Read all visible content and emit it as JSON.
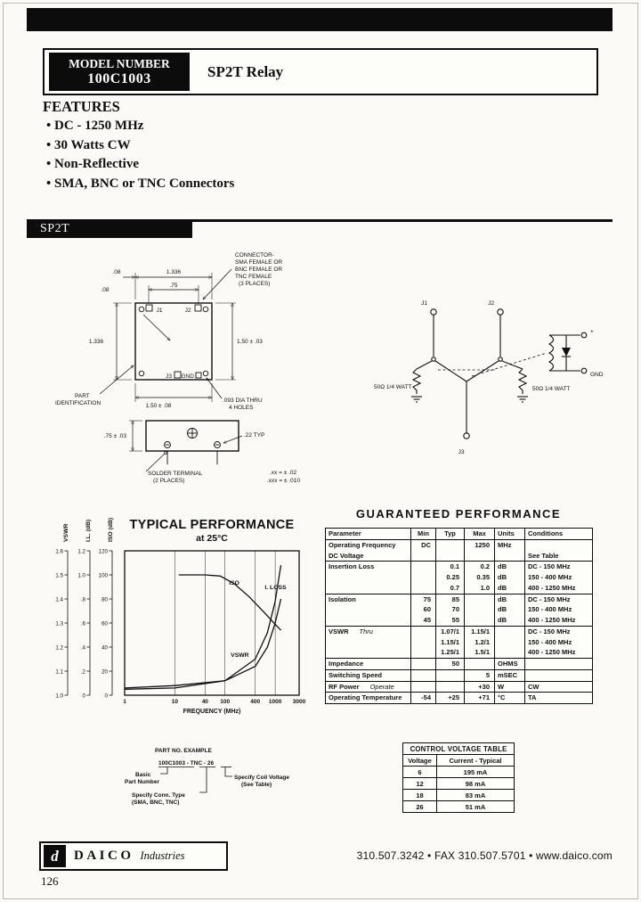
{
  "page": {
    "number": "126"
  },
  "header": {
    "model_label": "MODEL NUMBER",
    "model_number": "100C1003",
    "product_title": "SP2T Relay"
  },
  "features": {
    "title": "FEATURES",
    "items": [
      "DC - 1250 MHz",
      "30 Watts CW",
      "Non-Reflective",
      "SMA, BNC or TNC Connectors"
    ]
  },
  "section": {
    "label": "SP2T"
  },
  "mechanical": {
    "dim_width_top": "1.336",
    "dim_offset_a": ".08",
    "dim_offset_b": ".08",
    "dim_connector_spacing": ".75",
    "connector_note": [
      "CONNECTOR-",
      "SMA FEMALE OR",
      "BNC FEMALE OR",
      "TNC FEMALE",
      "(3 PLACES)"
    ],
    "label_j1": "J1",
    "label_j2": "J2",
    "label_j3": "J3",
    "label_gnd": "GND",
    "dim_height_left": "1.336",
    "dim_height_right": "1.50 ± .03",
    "part_identification": [
      "PART",
      "IDENTIFICATION"
    ],
    "dim_width_bottom": "1.50 ± .08",
    "hole_note": [
      ".093 DIA THRU",
      "4 HOLES"
    ],
    "dim_side_height": ".75 ± .03",
    "dim_terminal_offset": ".22 TYP",
    "solder_note": [
      "SOLDER TERMINAL",
      "(2 PLACES)"
    ],
    "tolerance_xx": ".xx = ± .02",
    "tolerance_xxx": ".xxx = ± .010"
  },
  "schematic": {
    "label_j1": "J1",
    "label_j2": "J2",
    "label_j3": "J3",
    "resistor_left": "50Ω 1/4 WATT",
    "resistor_right": "50Ω 1/4 WATT",
    "label_plus": "+",
    "label_gnd": "GND"
  },
  "chart_data": {
    "type": "line",
    "title": "TYPICAL PERFORMANCE",
    "subtitle": "at 25°C",
    "xlabel": "FREQUENCY (MHz)",
    "x_scale": "log",
    "xlim": [
      1,
      3000
    ],
    "x_ticks": [
      1,
      10,
      40,
      100,
      400,
      1000,
      3000
    ],
    "grid": "vertical-at-ticks",
    "legend": "inline-labels",
    "axes": [
      {
        "title": "VSWR",
        "ticks": [
          "1.0",
          "1.1",
          "1.2",
          "1.3",
          "1.4",
          "1.5",
          "1.6"
        ],
        "range": [
          1.0,
          1.6
        ]
      },
      {
        "title": "I.L. (dB)",
        "ticks": [
          "0",
          ".2",
          ".4",
          ".6",
          ".8",
          "1.0",
          "1.2"
        ],
        "range": [
          0,
          1.2
        ]
      },
      {
        "title": "ISO (dB)",
        "ticks": [
          "0",
          "20",
          "40",
          "60",
          "80",
          "100",
          "120"
        ],
        "range": [
          0,
          120
        ]
      }
    ],
    "series": [
      {
        "name": "ISO",
        "axis": 2,
        "points": [
          [
            12,
            100
          ],
          [
            40,
            100
          ],
          [
            80,
            99
          ],
          [
            150,
            93
          ],
          [
            300,
            82
          ],
          [
            600,
            69
          ],
          [
            1000,
            59
          ],
          [
            1300,
            54
          ]
        ],
        "label_at": [
          120,
          92
        ]
      },
      {
        "name": "I. LOSS",
        "axis": 1,
        "points": [
          [
            1,
            0.05
          ],
          [
            10,
            0.06
          ],
          [
            100,
            0.12
          ],
          [
            400,
            0.3
          ],
          [
            700,
            0.52
          ],
          [
            1000,
            0.78
          ],
          [
            1300,
            1.08
          ]
        ],
        "label_at": [
          620,
          0.88
        ]
      },
      {
        "name": "VSWR",
        "axis": 0,
        "points": [
          [
            1,
            1.03
          ],
          [
            10,
            1.04
          ],
          [
            100,
            1.06
          ],
          [
            400,
            1.12
          ],
          [
            700,
            1.2
          ],
          [
            1000,
            1.3
          ],
          [
            1300,
            1.4
          ]
        ],
        "label_at": [
          130,
          1.16
        ]
      }
    ]
  },
  "guaranteed": {
    "title": "GUARANTEED PERFORMANCE",
    "headers": [
      "Parameter",
      "Min",
      "Typ",
      "Max",
      "Units",
      "Conditions"
    ],
    "rows": [
      {
        "param": "Operating Frequency",
        "min": "DC",
        "typ": "",
        "max": "1250",
        "units": "MHz",
        "cond": "",
        "rule": true
      },
      {
        "param": "DC Voltage",
        "min": "",
        "typ": "",
        "max": "",
        "units": "",
        "cond": "See Table"
      },
      {
        "param": "Insertion Loss",
        "min": "",
        "typ": "0.1",
        "max": "0.2",
        "units": "dB",
        "cond": "DC - 150 MHz",
        "rule": true
      },
      {
        "param": "",
        "min": "",
        "typ": "0.25",
        "max": "0.35",
        "units": "dB",
        "cond": "150 - 400 MHz"
      },
      {
        "param": "",
        "min": "",
        "typ": "0.7",
        "max": "1.0",
        "units": "dB",
        "cond": "400 - 1250 MHz"
      },
      {
        "param": "Isolation",
        "min": "75",
        "typ": "85",
        "max": "",
        "units": "dB",
        "cond": "DC - 150 MHz",
        "rule": true
      },
      {
        "param": "",
        "min": "60",
        "typ": "70",
        "max": "",
        "units": "dB",
        "cond": "150 - 400 MHz"
      },
      {
        "param": "",
        "min": "45",
        "typ": "55",
        "max": "",
        "units": "dB",
        "cond": "400 - 1250 MHz"
      },
      {
        "param": "VSWR",
        "sub": "Thru",
        "min": "",
        "typ": "1.07/1",
        "max": "1.15/1",
        "units": "",
        "cond": "DC - 150 MHz",
        "rule": true
      },
      {
        "param": "",
        "min": "",
        "typ": "1.15/1",
        "max": "1.2/1",
        "units": "",
        "cond": "150 - 400 MHz"
      },
      {
        "param": "",
        "min": "",
        "typ": "1.25/1",
        "max": "1.5/1",
        "units": "",
        "cond": "400 - 1250 MHz"
      },
      {
        "param": "Impedance",
        "min": "",
        "typ": "50",
        "max": "",
        "units": "OHMS",
        "cond": "",
        "rule": true
      },
      {
        "param": "Switching Speed",
        "min": "",
        "typ": "",
        "max": "5",
        "units": "mSEC",
        "cond": "",
        "rule": true
      },
      {
        "param": "RF Power",
        "sub": "Operate",
        "min": "",
        "typ": "",
        "max": "+30",
        "units": "W",
        "cond": "CW",
        "rule": true
      },
      {
        "param": "Operating Temperature",
        "min": "-54",
        "typ": "+25",
        "max": "+71",
        "units": "°C",
        "cond": "TA",
        "rule": true
      }
    ]
  },
  "part_example": {
    "title": "PART NO. EXAMPLE",
    "number": "100C1003 - TNC - 26",
    "basic_lines": [
      "Basic",
      "Part Number"
    ],
    "conn_lines": [
      "Specify Conn. Type",
      "(SMA, BNC, TNC)"
    ],
    "coil_lines": [
      "Specify Coil Voltage",
      "(See Table)"
    ]
  },
  "control_voltage": {
    "title": "CONTROL VOLTAGE TABLE",
    "headers": [
      "Voltage",
      "Current - Typical"
    ],
    "rows": [
      [
        "6",
        "195 mA"
      ],
      [
        "12",
        "98 mA"
      ],
      [
        "18",
        "83 mA"
      ],
      [
        "26",
        "51 mA"
      ]
    ]
  },
  "footer": {
    "logo_letter": "d",
    "brand": "DAICO",
    "brand_suffix": "Industries",
    "contact": "310.507.3242  •  FAX 310.507.5701  •  www.daico.com",
    "page_number": "126"
  }
}
